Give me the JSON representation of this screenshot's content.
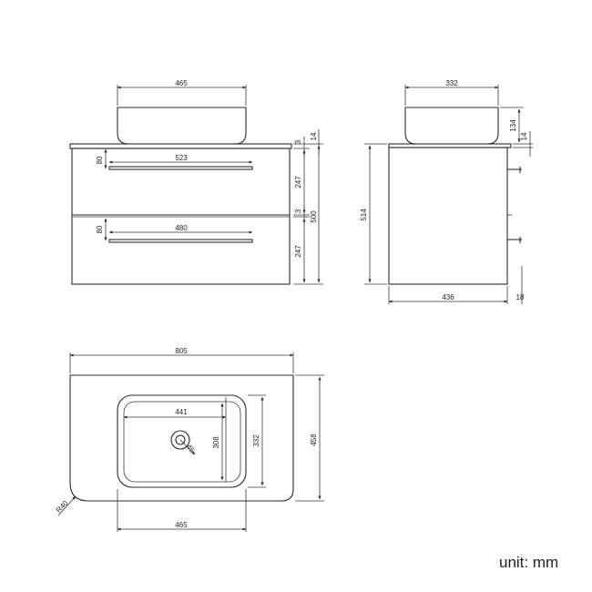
{
  "unit_label": "unit: mm",
  "front_view": {
    "basin_width": "465",
    "top_thickness": "14",
    "top_gap": "3",
    "drawer_gap": "3",
    "drawer_upper_height": "247",
    "drawer_lower_height": "247",
    "total_height": "500",
    "handle_upper_width": "523",
    "handle_lower_width": "480",
    "handle_upper_offset": "80",
    "handle_lower_offset": "80"
  },
  "side_view": {
    "basin_depth": "332",
    "basin_height": "134",
    "top_thickness": "14",
    "cabinet_height": "514",
    "cabinet_depth": "436",
    "handle_depth": "18"
  },
  "top_view": {
    "total_width": "805",
    "basin_inner_width": "441",
    "basin_inner_depth": "308",
    "basin_outer_depth": "332",
    "total_depth": "458",
    "waste_diameter": "45",
    "basin_outer_width": "465",
    "corner_radius": "R40"
  }
}
